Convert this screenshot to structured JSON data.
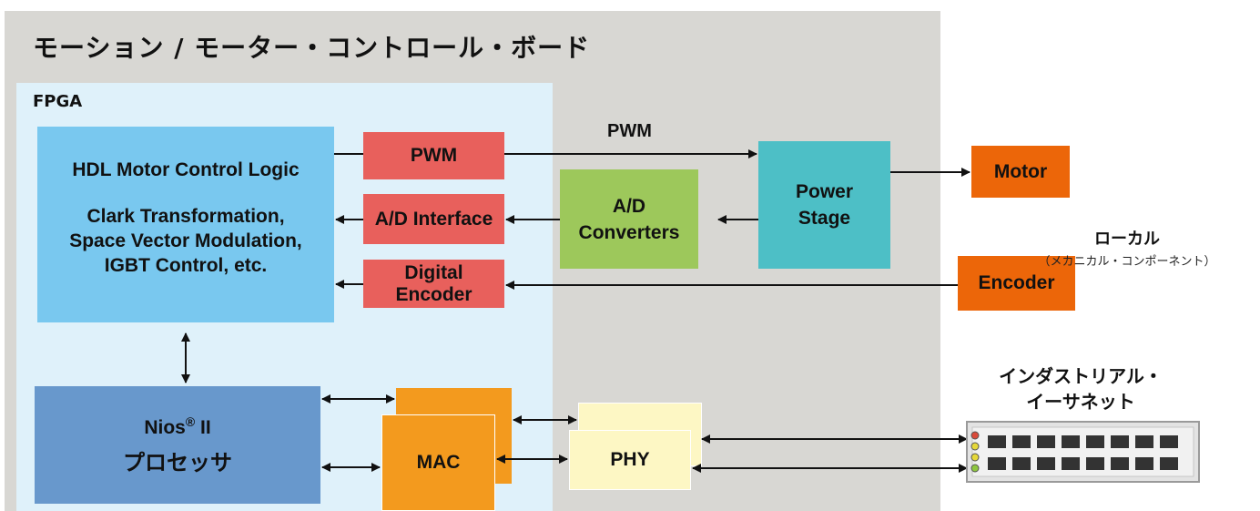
{
  "board": {
    "title": "モーション / モーター・コントロール・ボード",
    "fpga_label": "FPGA"
  },
  "hdl": {
    "title": "HDL Motor Control Logic",
    "lines": [
      "Clark Transformation,",
      "Space Vector Modulation,",
      "IGBT Control, etc."
    ]
  },
  "blocks": {
    "pwm": "PWM",
    "ad_interface": "A/D Interface",
    "digital_encoder": [
      "Digital",
      "Encoder"
    ],
    "adc": [
      "A/D",
      "Converters"
    ],
    "power_stage": [
      "Power",
      "Stage"
    ],
    "motor": "Motor",
    "encoder": "Encoder",
    "mac": "MAC",
    "phy": "PHY"
  },
  "nios": {
    "name": "Nios",
    "reg": "®",
    "suffix": " II",
    "jp": "プロセッサ"
  },
  "labels": {
    "pwm_line": "PWM",
    "local_title": "ローカル",
    "local_sub": "（メカニカル・コンポーネント）",
    "ethernet": [
      "インダストリアル・",
      "イーサネット"
    ]
  },
  "colors": {
    "board": "#d8d7d3",
    "fpga": "#dff1fa",
    "hdl": "#79c8ef",
    "red": "#e8605c",
    "adc": "#9dc85b",
    "power": "#4dbfc6",
    "orange": "#ec6609",
    "nios": "#6898cc",
    "mac": "#f39a1e",
    "phy": "#fdf7c4"
  },
  "icons": {
    "switch": "ethernet-switch-icon"
  }
}
